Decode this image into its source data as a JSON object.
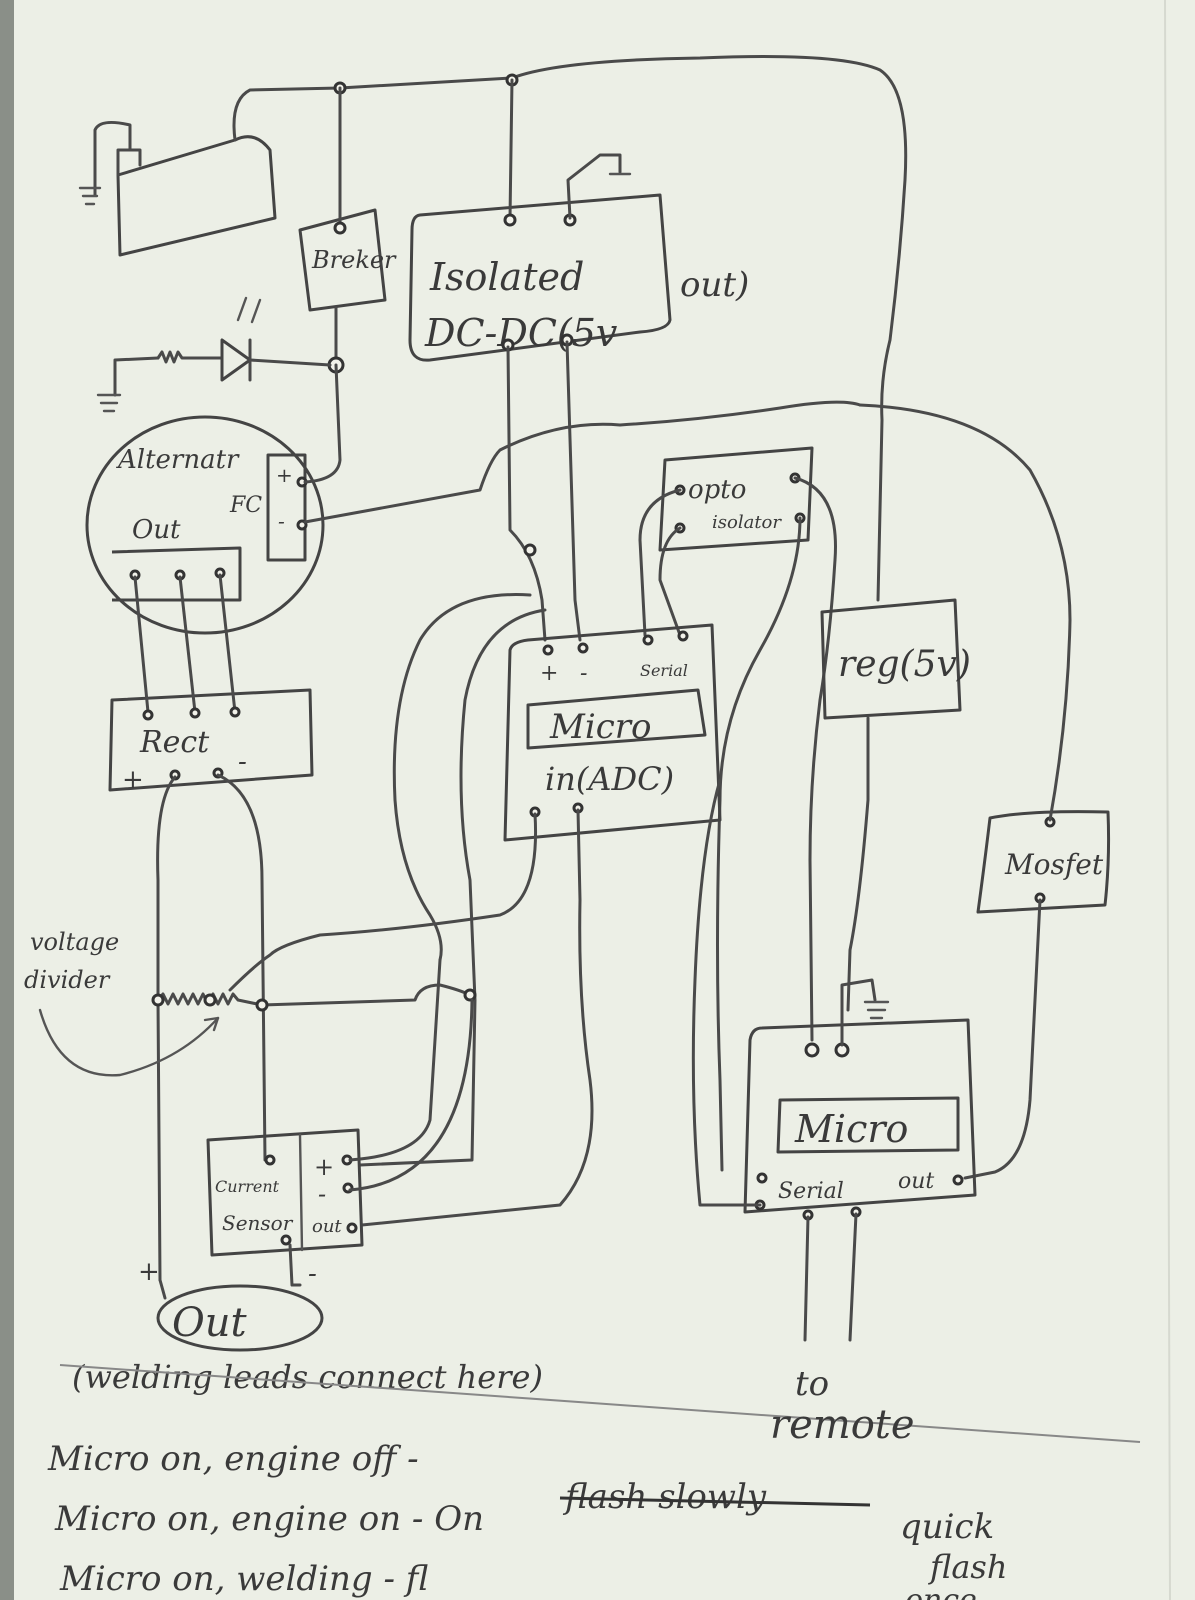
{
  "diagram": {
    "colors": {
      "paper": "#ecefe6",
      "ink": "#444444",
      "binding": "#8a8f88"
    },
    "components": {
      "breaker": "Breker",
      "isolated_line1": "Isolated",
      "isolated_line2": "DC-DC(5v",
      "isolated_out": "out)",
      "alternator": "Alternatr",
      "fc": "FC",
      "alt_plus": "+",
      "alt_minus": "-",
      "alt_out": "Out",
      "rect": "Rect",
      "rect_plus": "+",
      "rect_minus": "-",
      "opto_line1": "opto",
      "opto_line2": "isolator",
      "micro1_plus": "+",
      "micro1_minus": "-",
      "micro1_serial": "Serial",
      "micro1_name": "Micro",
      "micro1_in": "in(ADC)",
      "reg": "reg(5v)",
      "mosfet": "Mosfet",
      "voltage_divider_line1": "voltage",
      "voltage_divider_line2": "divider",
      "current_sensor_line1": "Current",
      "current_sensor_line2": "Sensor",
      "cs_plus": "+",
      "cs_minus": "-",
      "cs_out": "out",
      "out_plus": "+",
      "out_minus": "-",
      "out_label": "Out",
      "welding_note": "(welding leads connect here)",
      "micro2_name": "Micro",
      "micro2_serial": "Serial",
      "micro2_out": "out",
      "to_remote_line1": "to",
      "to_remote_line2": "remote"
    },
    "notes": {
      "line1_a": "Micro on, engine off -",
      "line1_struck": "flash slowly",
      "line1_b": "quick",
      "line1_c": "flash",
      "line2": "Micro on, engine on - On",
      "line3": "Micro on, welding - fl",
      "line3_c": "once"
    }
  }
}
